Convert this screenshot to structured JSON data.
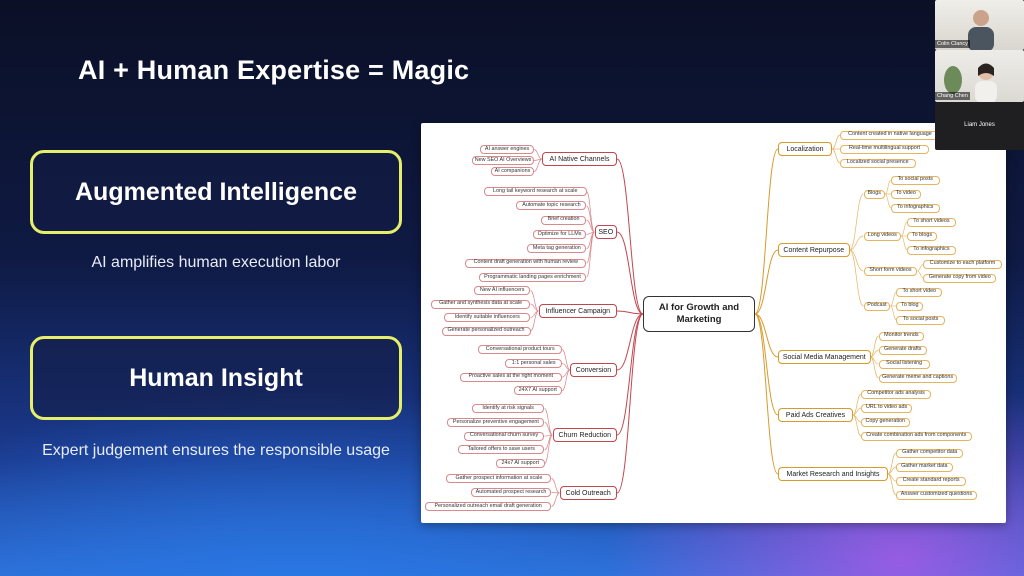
{
  "slide": {
    "title": "AI + Human Expertise = Magic",
    "pill1": "Augmented Intelligence",
    "caption1": "AI amplifies human execution labor",
    "pill2": "Human Insight",
    "caption2": "Expert judgement ensures the responsible usage"
  },
  "mindmap": {
    "center": "AI for Growth and Marketing",
    "left_branches": [
      {
        "label": "AI Native Channels",
        "leaves": [
          "AI answer engines",
          "New SEO AI Overviews",
          "AI companions"
        ]
      },
      {
        "label": "SEO",
        "leaves": [
          "Long tail keyword research at scale",
          "Automate topic research",
          "Brief creation",
          "Optimize for LLMs",
          "Meta tag generation",
          "Content draft generation with human review",
          "Programmatic landing pages enrichment"
        ]
      },
      {
        "label": "Influencer Campaign",
        "leaves": [
          "New AI influencers",
          "Gather and synthesis data at scale",
          "Identify suitable influencers",
          "Generate personalized outreach"
        ]
      },
      {
        "label": "Conversion",
        "leaves": [
          "Conversational product tours",
          "1:1 personal sales",
          "Proactive sales at the right moment",
          "24X7 AI support"
        ]
      },
      {
        "label": "Churn Reduction",
        "leaves": [
          "Identify at risk signals",
          "Personalize preventive engagement",
          "Conversational churn survey",
          "Tailored offers to save users",
          "24x7 AI support"
        ]
      },
      {
        "label": "Cold Outreach",
        "leaves": [
          "Gather prospect information at scale",
          "Automated prospect research",
          "Personalized outreach email draft generation"
        ]
      }
    ],
    "right_branches": [
      {
        "label": "Localization",
        "leaves": [
          "Content created in native language",
          "Real-time multilingual support",
          "Localized social presence"
        ]
      },
      {
        "label": "Content Repurpose",
        "subs": [
          {
            "label": "Blogs",
            "leaves": [
              "To social posts",
              "To video",
              "To infographics"
            ]
          },
          {
            "label": "Long videos",
            "leaves": [
              "To short videos",
              "To blogs",
              "To infographics"
            ]
          },
          {
            "label": "Short form videos",
            "leaves": [
              "Customize to each platform",
              "Generate copy from video"
            ]
          },
          {
            "label": "Podcast",
            "leaves": [
              "To short video",
              "To blog",
              "To social posts"
            ]
          }
        ]
      },
      {
        "label": "Social Media Management",
        "leaves": [
          "Monitor trends",
          "Generate drafts",
          "Social listening",
          "Generate meme and captions"
        ]
      },
      {
        "label": "Paid Ads Creatives",
        "leaves": [
          "Competitor ads analysis",
          "URL to video ads",
          "Copy generation",
          "Create combination ads from components"
        ]
      },
      {
        "label": "Market Research and Insights",
        "leaves": [
          "Gather competitor data",
          "Gather market data",
          "Create standard reports",
          "Answer customized questions"
        ]
      }
    ]
  },
  "participants": [
    {
      "name": "Colin Clancy"
    },
    {
      "name": "Chang Chen"
    },
    {
      "name": "Liam Jones"
    }
  ]
}
